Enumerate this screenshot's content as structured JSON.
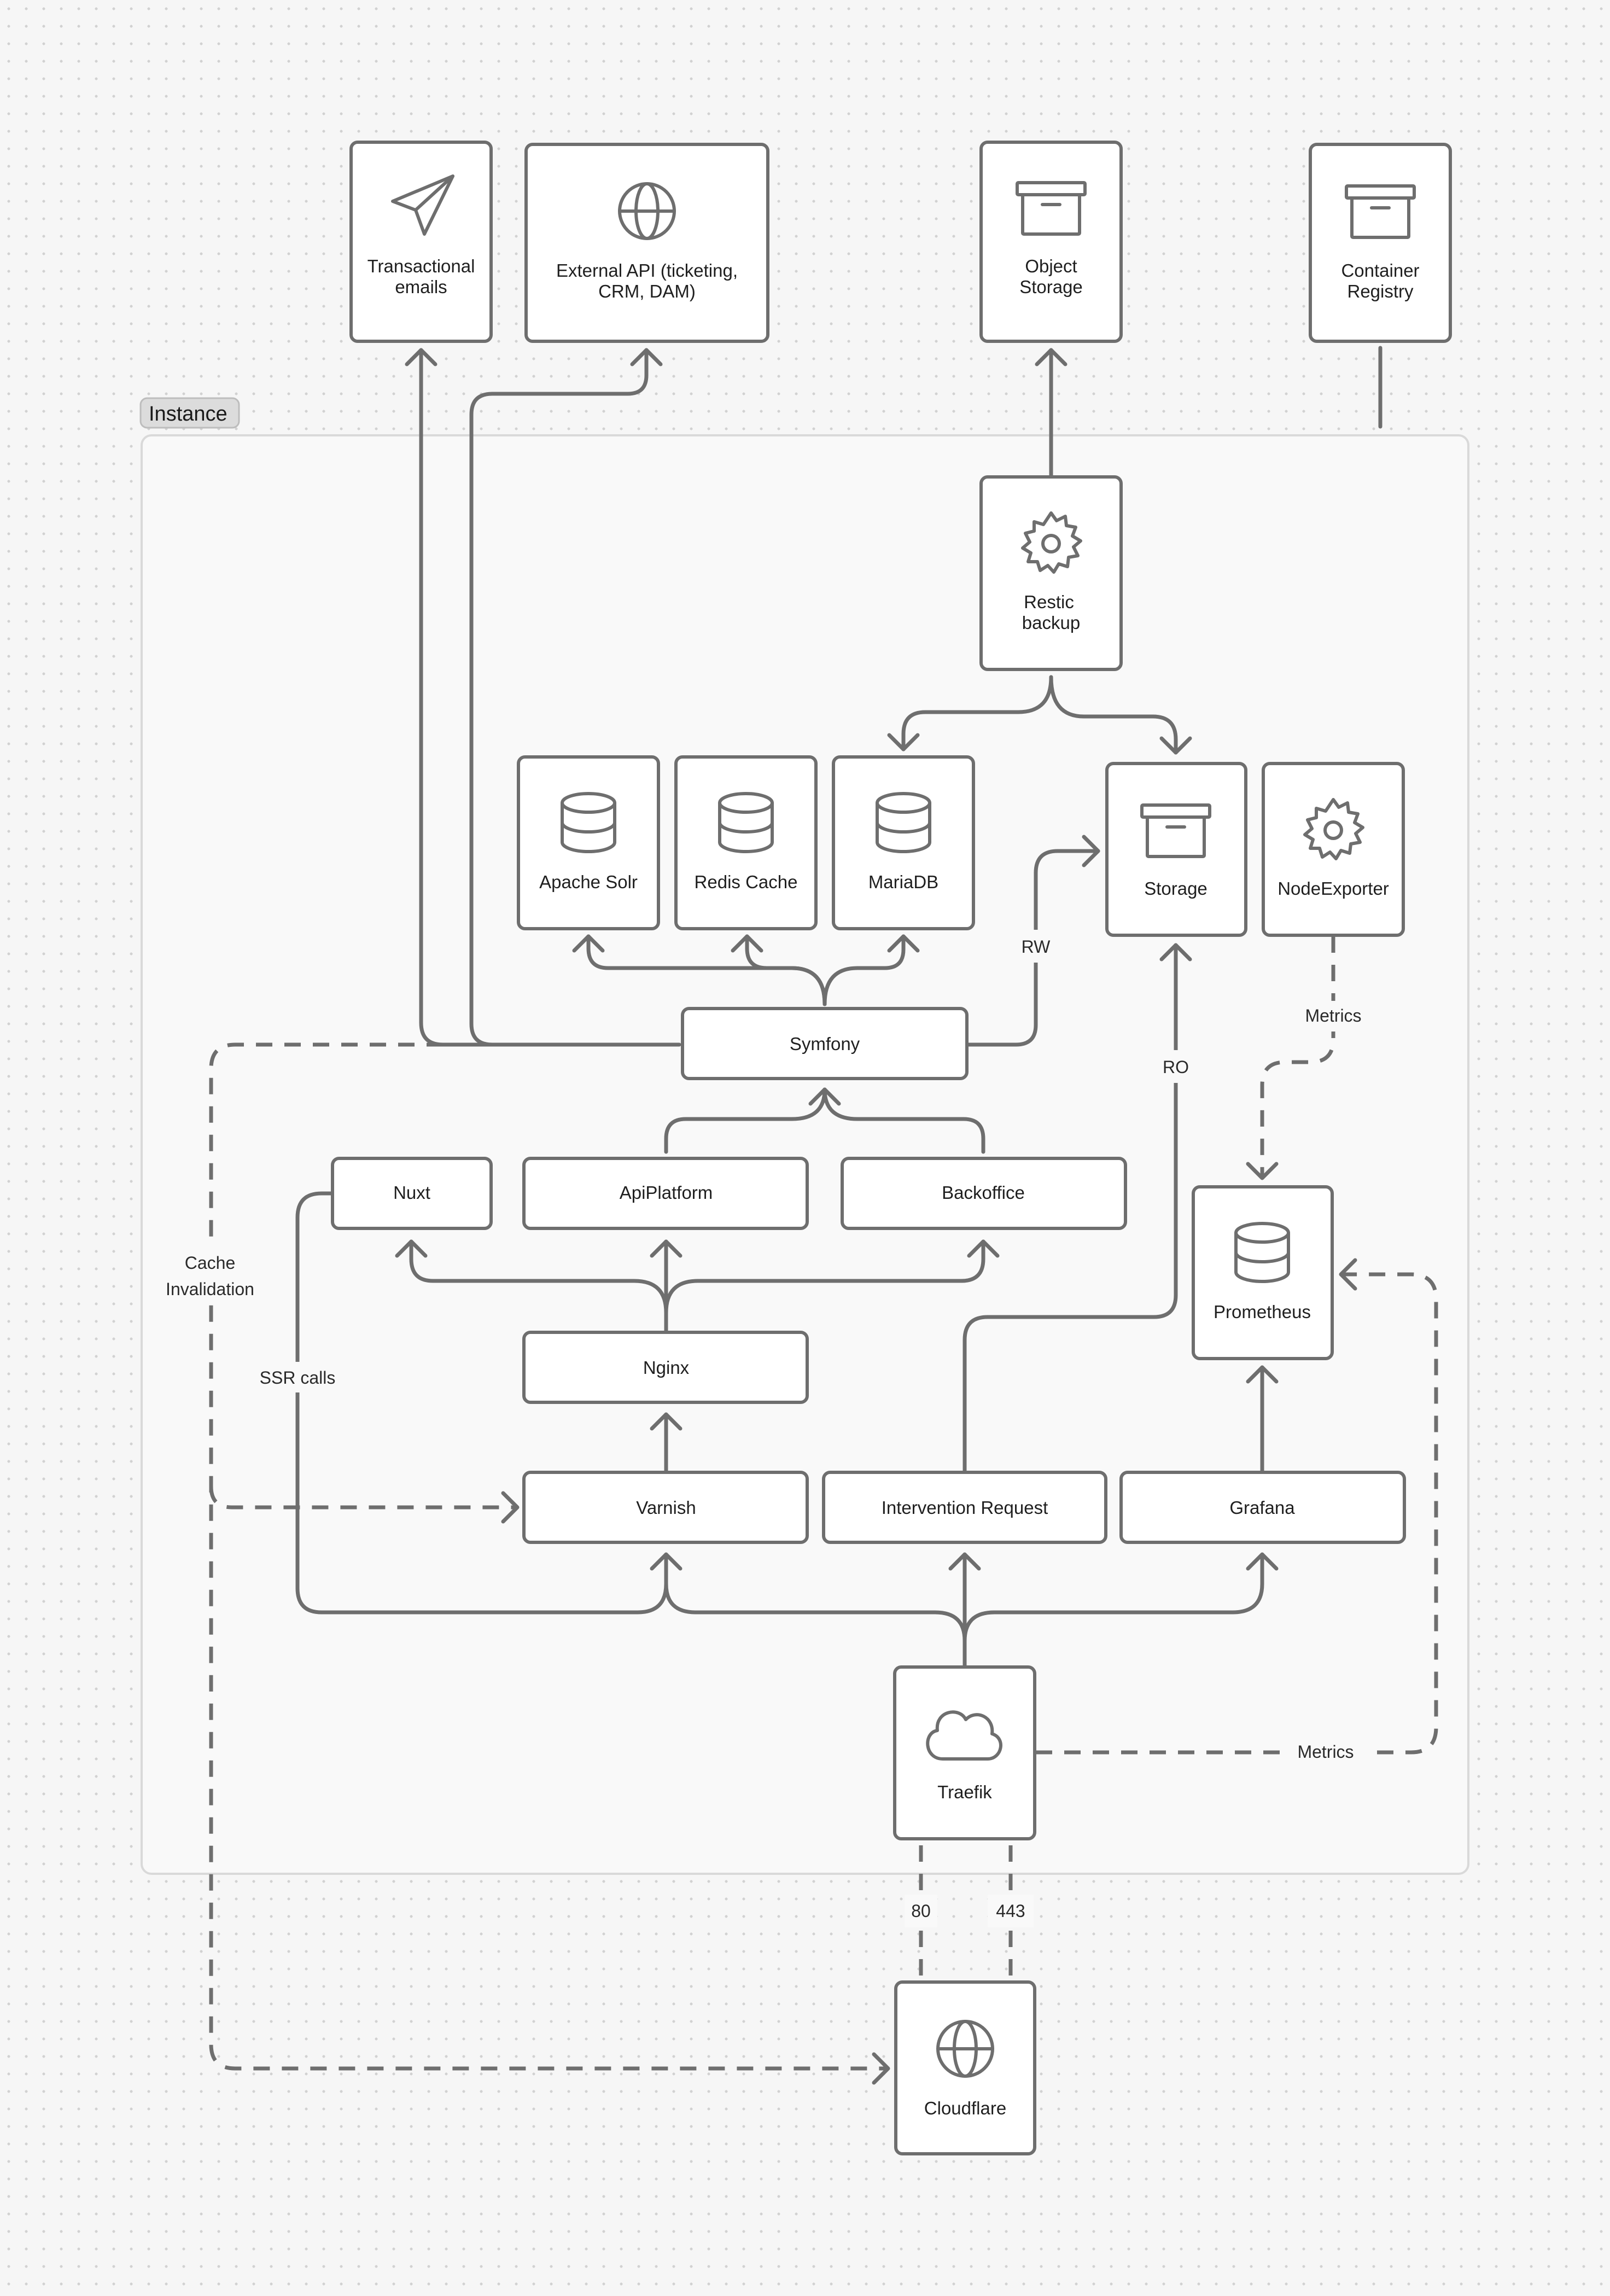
{
  "group": {
    "label": "Instance"
  },
  "nodes": {
    "transactional_emails": [
      "Transactional",
      "emails"
    ],
    "external_api": [
      "External API (ticketing,",
      "CRM, DAM)"
    ],
    "object_storage": [
      "Object",
      "Storage"
    ],
    "container_registry": [
      "Container",
      "Registry"
    ],
    "restic_backup": [
      "Restic",
      "backup"
    ],
    "apache_solr": "Apache Solr",
    "redis_cache": "Redis Cache",
    "mariadb": "MariaDB",
    "storage": "Storage",
    "node_exporter": "NodeExporter",
    "symfony": "Symfony",
    "nuxt": "Nuxt",
    "api_platform": "ApiPlatform",
    "backoffice": "Backoffice",
    "prometheus": "Prometheus",
    "nginx": "Nginx",
    "varnish": "Varnish",
    "intervention_request": "Intervention Request",
    "grafana": "Grafana",
    "traefik": "Traefik",
    "cloudflare": "Cloudflare"
  },
  "icons": {
    "transactional_emails": "paper-plane-icon",
    "external_api": "globe-icon",
    "object_storage": "archive-box-icon",
    "container_registry": "archive-box-icon",
    "restic_backup": "gear-icon",
    "apache_solr": "database-icon",
    "redis_cache": "database-icon",
    "mariadb": "database-icon",
    "storage": "archive-box-icon",
    "node_exporter": "gear-icon",
    "prometheus": "database-icon",
    "traefik": "cloud-icon",
    "cloudflare": "globe-icon"
  },
  "edge_labels": {
    "rw": "RW",
    "ro": "RO",
    "metrics_node_exporter": "Metrics",
    "metrics_traefik": "Metrics",
    "cache_invalidation": [
      "Cache",
      "Invalidation"
    ],
    "ssr_calls": "SSR calls",
    "port_80": "80",
    "port_443": "443"
  },
  "colors": {
    "background": "#f6f6f6",
    "stroke": "#6e6e6e",
    "node_fill": "#ffffff",
    "group_fill": "#f9f9f9"
  }
}
